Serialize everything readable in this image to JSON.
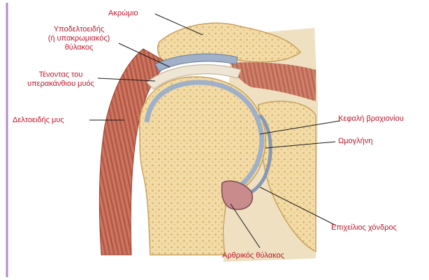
{
  "labels": {
    "acromion": "Ακρώμιο",
    "bursa_line1": "Υποδελτοειδής",
    "bursa_line2": "(ή υπακρωμιακός)",
    "bursa_line3": "θύλακος",
    "tendon_line1": "Τένοντας του",
    "tendon_line2": "υπερακάνθιου μυός",
    "deltoid": "Δελτοειδής μυς",
    "humeral_head": "Κεφαλή βραχιονίου",
    "glenoid": "Ωμογλήνη",
    "labrum": "Επιχείλιος χόνδρος",
    "capsule": "Αρθρικός θύλακος"
  },
  "colors": {
    "label_text": "#c0162c",
    "leader_line": "#1a1a1a",
    "bone": "#f2d9a0",
    "bone_pores": "#d9b978",
    "cartilage": "#9fb0c8",
    "muscle": "#c86a55",
    "margin_line": "#b58ad0"
  }
}
